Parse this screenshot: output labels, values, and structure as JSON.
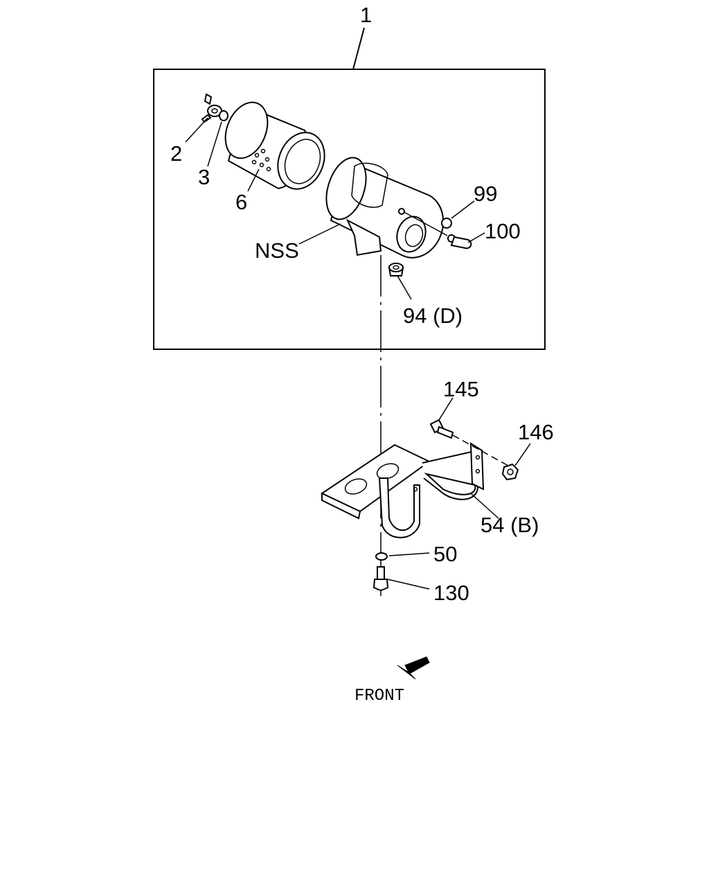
{
  "diagram": {
    "callouts": {
      "assembly": "1",
      "wing_nut": "2",
      "washer": "3",
      "element": "6",
      "housing": "NSS",
      "cap": "99",
      "clip": "100",
      "drain": "94 (D)",
      "bolt_top": "145",
      "nut_right": "146",
      "bracket": "54 (B)",
      "washer_bottom": "50",
      "bolt_bottom": "130"
    },
    "front_label": "FRONT",
    "front_arrow_icon": "front-arrow-icon"
  }
}
